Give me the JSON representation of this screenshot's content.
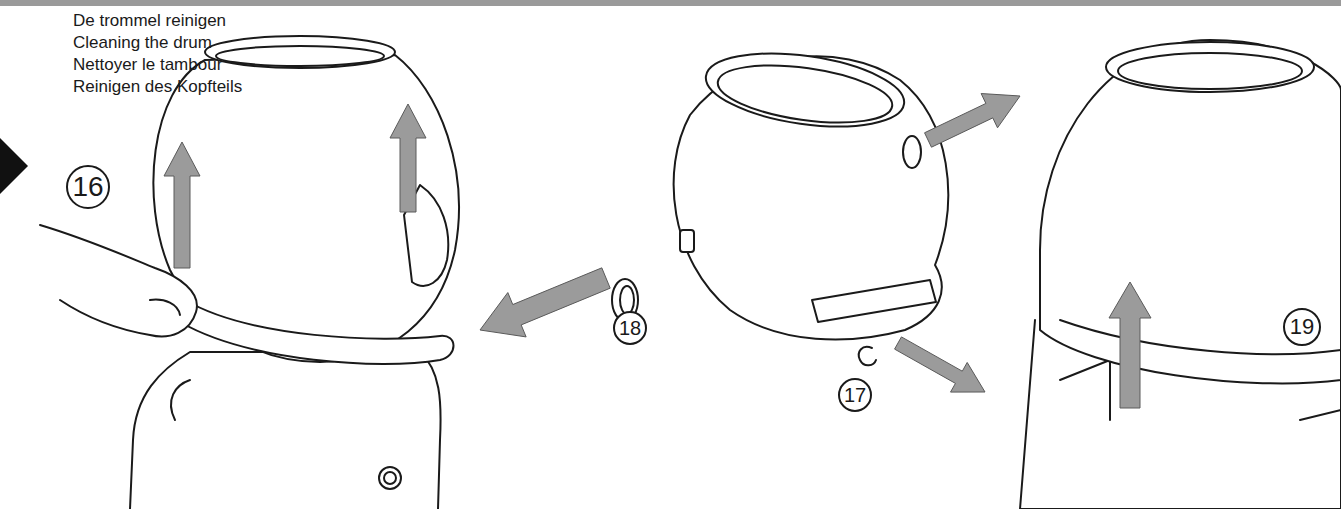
{
  "diagram": {
    "labels": [
      "De trommel reinigen",
      "Cleaning the drum",
      "Nettoyer le tambour",
      "Reinigen des Kopfteils",
      "16",
      "18",
      "17",
      "19"
    ]
  }
}
